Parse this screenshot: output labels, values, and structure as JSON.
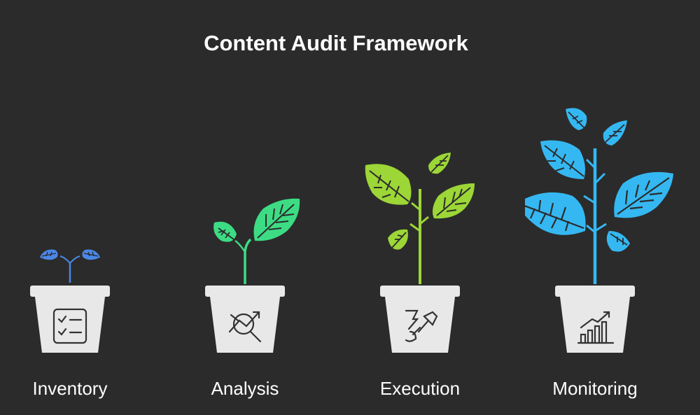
{
  "title": "Content Audit Framework",
  "colors": {
    "background": "#2b2b2b",
    "pot": "#e8e8e8",
    "stage1": "#4a88e8",
    "stage2": "#3ddc84",
    "stage3": "#9cd637",
    "stage4": "#35b8f2"
  },
  "stages": [
    {
      "label": "Inventory",
      "icon": "checklist-icon"
    },
    {
      "label": "Analysis",
      "icon": "analysis-magnifier-icon"
    },
    {
      "label": "Execution",
      "icon": "tools-icon"
    },
    {
      "label": "Monitoring",
      "icon": "bar-chart-growth-icon"
    }
  ]
}
